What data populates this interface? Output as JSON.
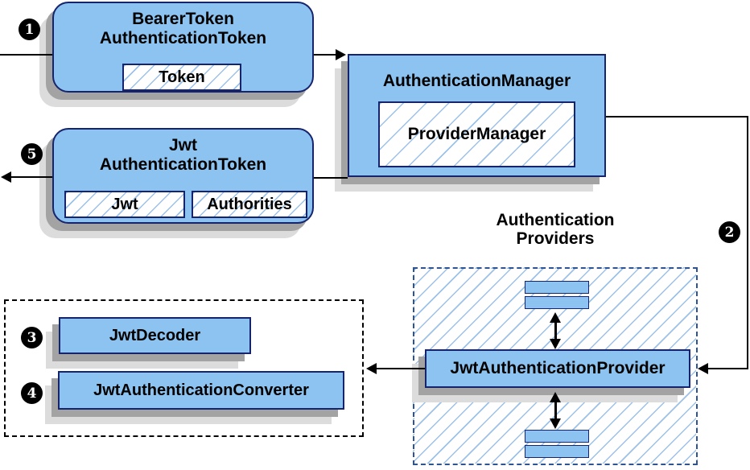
{
  "colors": {
    "node_fill": "#8CC3F0",
    "node_border": "#16246E",
    "hatch_line": "#9CC2EA",
    "providers_dash_border": "#2F5496",
    "decoder_dash_border": "#000000",
    "connector": "#000000",
    "shadow_dark": "#A3A3A3",
    "shadow_light": "#DCDCDC",
    "step_badge_bg": "#000000",
    "step_badge_text": "#FFFFFF"
  },
  "steps": {
    "s1": "1",
    "s2": "2",
    "s3": "3",
    "s4": "4",
    "s5": "5"
  },
  "nodes": {
    "bearer_token": {
      "title_line1": "BearerToken",
      "title_line2": "AuthenticationToken",
      "token_label": "Token"
    },
    "authentication_manager": {
      "title": "AuthenticationManager",
      "provider_manager_label": "ProviderManager"
    },
    "jwt_authentication_token": {
      "title_line1": "Jwt",
      "title_line2": "AuthenticationToken",
      "jwt_label": "Jwt",
      "authorities_label": "Authorities"
    },
    "authentication_providers": {
      "label_line1": "Authentication",
      "label_line2": "Providers",
      "jwt_authentication_provider_label": "JwtAuthenticationProvider"
    },
    "decoder_group": {
      "jwt_decoder_label": "JwtDecoder",
      "jwt_authentication_converter_label": "JwtAuthenticationConverter"
    }
  }
}
